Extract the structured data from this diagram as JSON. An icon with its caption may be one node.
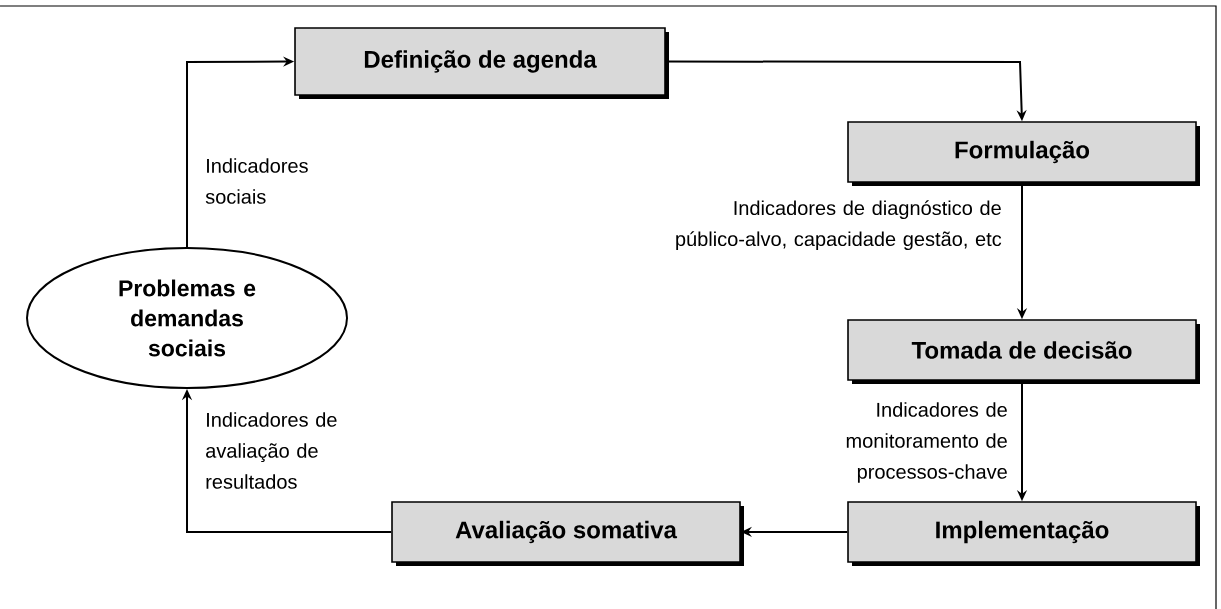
{
  "diagram": {
    "nodes": [
      {
        "text": [
          "Definição de agenda"
        ]
      },
      {
        "text": [
          "Formulação"
        ]
      },
      {
        "text": [
          "Tomada de decisão"
        ]
      },
      {
        "text": [
          "Implementação"
        ]
      },
      {
        "text": [
          "Avaliação somativa"
        ]
      },
      {
        "text": [
          "Problemas e demandas sociais"
        ]
      }
    ],
    "edges": [
      {
        "from": 5,
        "to": 0,
        "arrow": "to",
        "label": "Indicadores sociais"
      },
      {
        "from": 0,
        "to": 1,
        "arrow": "to"
      },
      {
        "from": 1,
        "to": 2,
        "arrow": "to",
        "label": "Indicadores de diagnóstico de público-alvo, capacidade gestão, etc"
      },
      {
        "from": 2,
        "to": 3,
        "arrow": "to",
        "label": "Indicadores de monitoramento de processos-chave"
      },
      {
        "from": 3,
        "to": 4,
        "arrow": "to"
      },
      {
        "from": 4,
        "to": 5,
        "arrow": "to",
        "label": "Indicadores de avaliação de resultados"
      }
    ]
  }
}
